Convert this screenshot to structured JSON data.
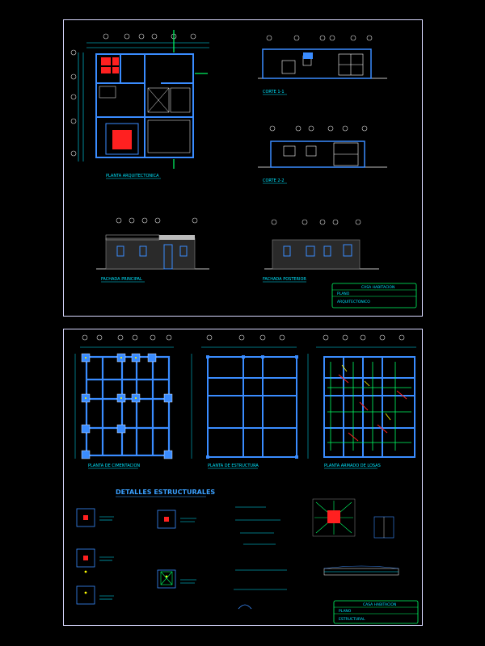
{
  "sheet_top": {
    "drawing_labels": {
      "plan": "PLANTA ARQUITECTONICA",
      "section_1": "CORTE 1-1",
      "section_2": "CORTE 2-2",
      "facade_main": "FACHADA PRINCIPAL",
      "facade_rear": "FACHADA POSTERIOR"
    },
    "title_block": {
      "header": "CASA HABITACION",
      "row_label": "PLANO",
      "row_value": "ARQUITECTONICO"
    }
  },
  "sheet_bottom": {
    "drawing_labels": {
      "foundation": "PLANTA DE CIMENTACION",
      "structure": "PLANTA DE ESTRUCTURA",
      "reinforcement": "PLANTA ARMADO DE LOSAS"
    },
    "details_title": "DETALLES ESTRUCTURALES",
    "title_block": {
      "header": "CASA HABITACION",
      "row_label": "PLANO",
      "row_value": "ESTRUCTURAL"
    }
  },
  "colors": {
    "sheet_border": "#d8d8ff",
    "cyan": "#00e5ff",
    "blue": "#3aa0ff",
    "red": "#ff2020",
    "green": "#00ff66",
    "yellow": "#ffff00"
  }
}
